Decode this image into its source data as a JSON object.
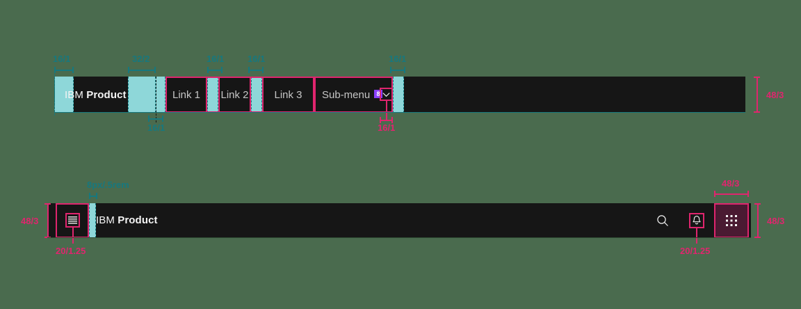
{
  "meta": {
    "background_color": "#4a6b4e",
    "bar_color": "#161616",
    "spacer_color": "#8ed7d9",
    "spacer_border_color": "#0f7d82",
    "annotation_teal": "#17787e",
    "annotation_pink": "#e0256e",
    "badge_color": "#8a3ffc",
    "grid_button_bg": "#4a1a32",
    "brand_text_color": "#f4f4f4",
    "link_text_color": "#c6c6c6"
  },
  "top_header": {
    "name": "desktop-ui-shell-header",
    "brand_prefix": "IBM",
    "brand_name": "Product",
    "nav_items": [
      {
        "label": "Link 1"
      },
      {
        "label": "Link 2"
      },
      {
        "label": "Link 3"
      },
      {
        "label": "Sub-menu",
        "badge": "8",
        "chevron": "chevron-down-icon"
      }
    ],
    "annotations": {
      "spacer_leading": "16/1",
      "spacer_after_brand": "32/2",
      "spacer_brand_bottom": "16/1",
      "spacer_link1_link2": "16/1",
      "spacer_link2_link3": "16/1",
      "spacer_after_submenu": "16/1",
      "chevron_size": "16/1",
      "header_height": "48/3"
    }
  },
  "bottom_header": {
    "name": "mobile-ui-shell-header",
    "brand_prefix": "IBM",
    "brand_name": "Product",
    "menu_icon": "hamburger-menu-icon",
    "actions": [
      {
        "icon": "search-icon"
      },
      {
        "icon": "notification-bell-icon"
      },
      {
        "icon": "app-switcher-grid-icon"
      }
    ],
    "annotations": {
      "header_height_left": "48/3",
      "menu_icon_size": "20/1.25",
      "brand_gap": "8px/.5rem",
      "grid_button_width": "48/3",
      "grid_button_height": "48/3",
      "bell_icon_size": "20/1.25"
    }
  }
}
